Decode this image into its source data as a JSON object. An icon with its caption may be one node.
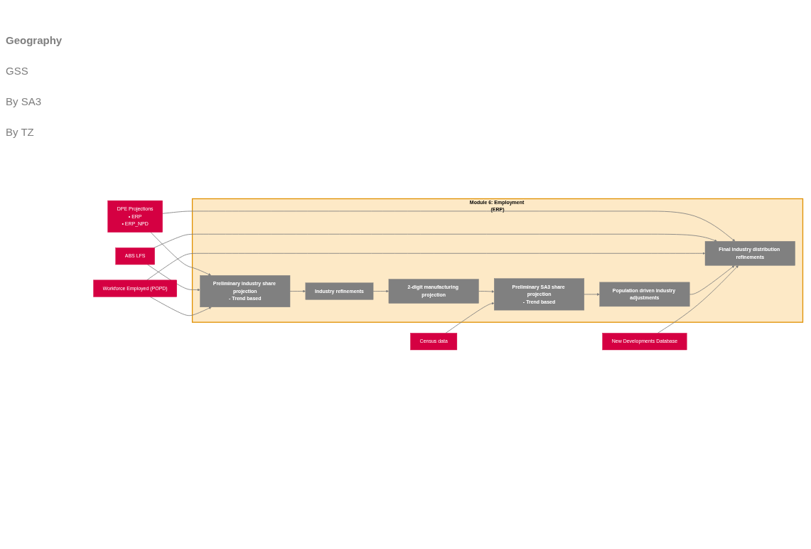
{
  "diagram": {
    "nodes": [
      {
        "text": [
          "Module 6: Employment (ERP)"
        ]
      },
      {
        "text": [
          "DPE Projections",
          "• ERP",
          "• ERP_NPD"
        ]
      },
      {
        "text": [
          "ABS LFS"
        ]
      },
      {
        "text": [
          "Workforce Employed (POPD)"
        ]
      },
      {
        "text": [
          "Census data"
        ]
      },
      {
        "text": [
          "New Developments Database"
        ]
      },
      {
        "text": [
          "Preliminary industry share projection",
          "- Trend based"
        ],
        "in": 0
      },
      {
        "text": [
          "Industry refinements"
        ],
        "in": 0
      },
      {
        "text": [
          "2-digit manufacturing projection"
        ],
        "in": 0
      },
      {
        "text": [
          "Preliminary SA3 share projection",
          "- Trend based"
        ],
        "in": 0
      },
      {
        "text": [
          "Population driven industry adjustments"
        ],
        "in": 0
      },
      {
        "text": [
          "Final industry distribution refinements"
        ],
        "in": 0
      }
    ],
    "edges": [
      {
        "from": 1,
        "to": 6,
        "arrow": "to"
      },
      {
        "from": 2,
        "to": 6,
        "arrow": "to"
      },
      {
        "from": 3,
        "to": 6,
        "arrow": "to"
      },
      {
        "from": 1,
        "to": 11,
        "arrow": "to"
      },
      {
        "from": 2,
        "to": 11,
        "arrow": "to"
      },
      {
        "from": 3,
        "to": 11,
        "arrow": "to"
      },
      {
        "from": 6,
        "to": 7,
        "arrow": "to"
      },
      {
        "from": 7,
        "to": 8,
        "arrow": "to"
      },
      {
        "from": 8,
        "to": 9,
        "arrow": "to"
      },
      {
        "from": 4,
        "to": 9,
        "arrow": "to"
      },
      {
        "from": 9,
        "to": 10,
        "arrow": "to"
      },
      {
        "from": 10,
        "to": 11,
        "arrow": "to"
      },
      {
        "from": 5,
        "to": 11,
        "arrow": "to"
      }
    ],
    "labels": [
      "Geography",
      "GSS",
      "By SA3",
      "By TZ"
    ]
  }
}
